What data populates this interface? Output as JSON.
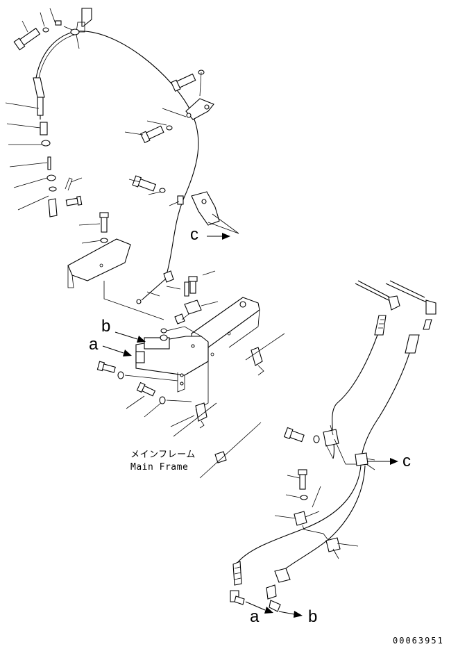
{
  "labels": {
    "a_top": "a",
    "b_top": "b",
    "c_top": "c",
    "c_right": "c",
    "a_bottom": "a",
    "b_bottom": "b"
  },
  "caption": {
    "jp": "メインフレーム",
    "en": "Main Frame"
  },
  "drawing_number": "00063951"
}
